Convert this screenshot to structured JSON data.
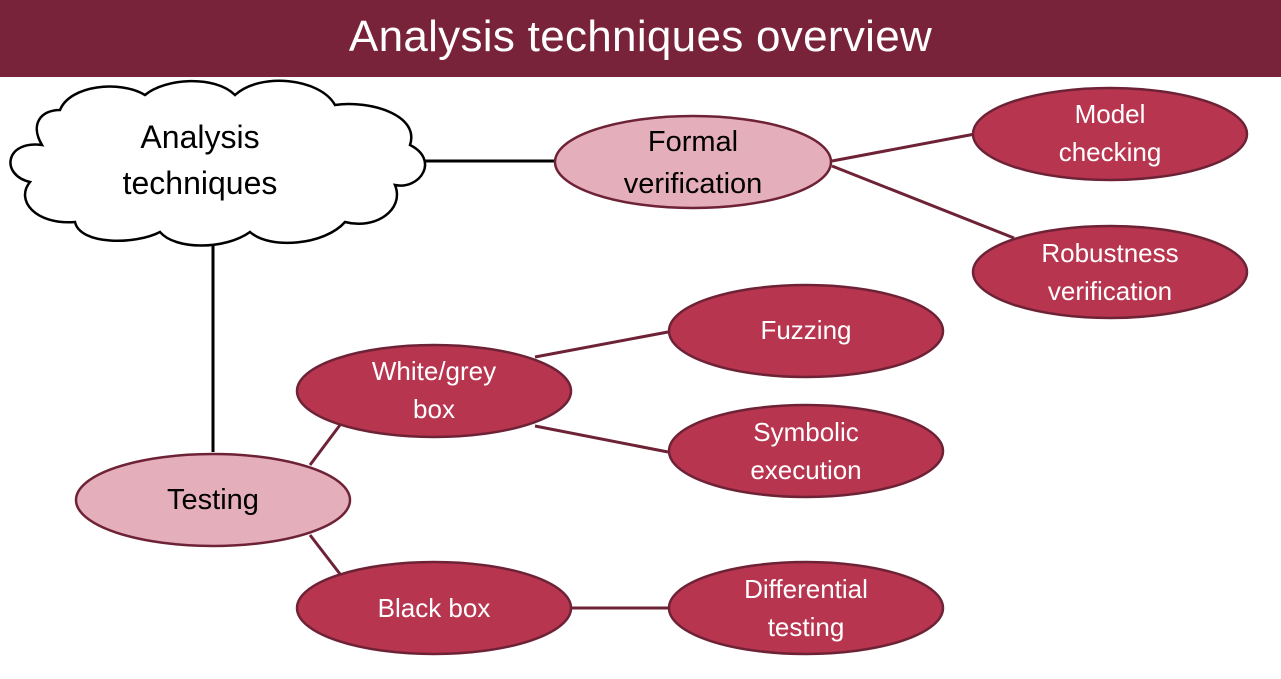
{
  "title": "Analysis techniques overview",
  "colors": {
    "title_bg": "#78233a",
    "leaf_fill": "#b83550",
    "category_fill": "#e5aebb",
    "stroke": "#6e2236",
    "root_stroke": "#000000"
  },
  "nodes": {
    "root": {
      "label": "Analysis\ntechniques"
    },
    "formal": {
      "label": "Formal\nverification"
    },
    "model": {
      "label": "Model\nchecking"
    },
    "robust": {
      "label": "Robustness\nverification"
    },
    "testing": {
      "label": "Testing"
    },
    "white": {
      "label": "White/grey\nbox"
    },
    "fuzz": {
      "label": "Fuzzing"
    },
    "symbolic": {
      "label": "Symbolic\nexecution"
    },
    "black": {
      "label": "Black box"
    },
    "diff": {
      "label": "Differential\ntesting"
    }
  },
  "edges": [
    [
      "root",
      "formal"
    ],
    [
      "root",
      "testing"
    ],
    [
      "formal",
      "model"
    ],
    [
      "formal",
      "robust"
    ],
    [
      "testing",
      "white"
    ],
    [
      "testing",
      "black"
    ],
    [
      "white",
      "fuzz"
    ],
    [
      "white",
      "symbolic"
    ],
    [
      "black",
      "diff"
    ]
  ]
}
